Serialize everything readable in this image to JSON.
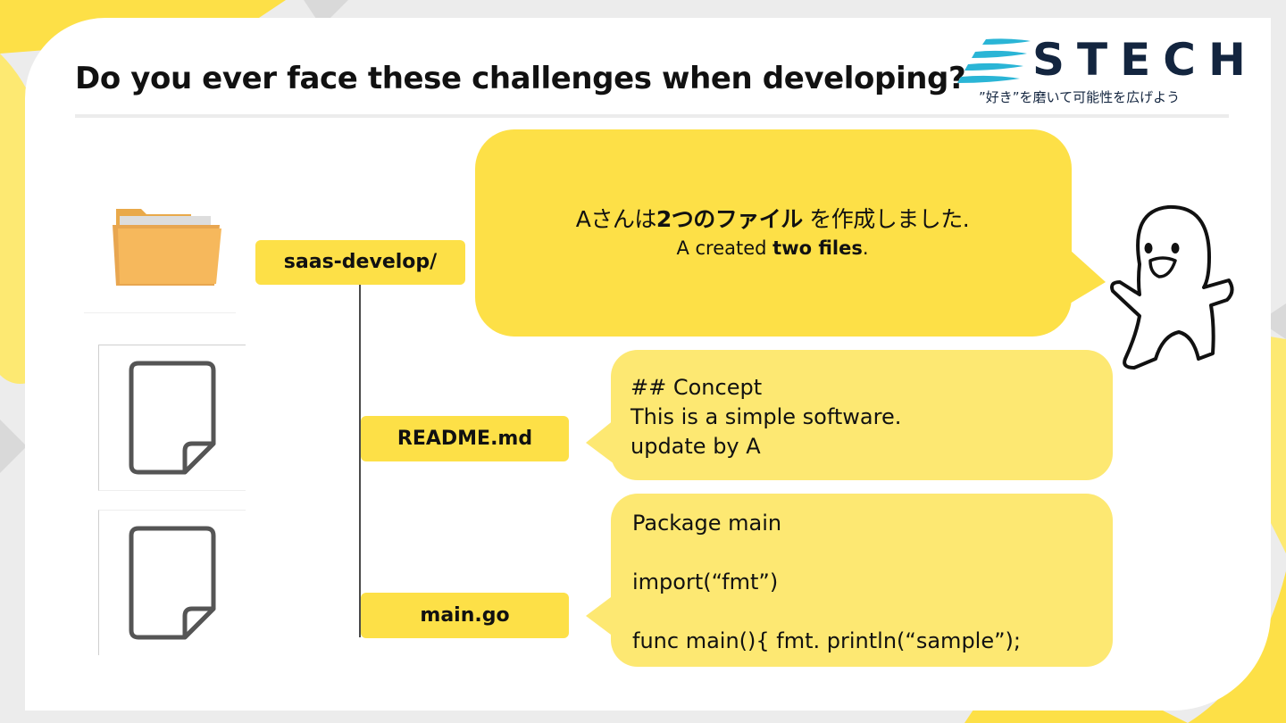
{
  "header": {
    "title": "Do you ever face these challenges when developing?",
    "logo": {
      "name": "STECH",
      "tagline": "”好き”を磨いて可能性を広げよう"
    }
  },
  "colors": {
    "accent": "#fde047",
    "bubble_light": "#fde872",
    "logo_navy": "#13253f",
    "logo_cyan": "#2ab5d6"
  },
  "speech": {
    "jp_prefix": "Aさんは",
    "jp_bold": "2つのファイル",
    "jp_suffix": " を作成しました.",
    "en_prefix": "A created ",
    "en_bold": "two files",
    "en_suffix": "."
  },
  "tree": {
    "folder": {
      "label": "saas-develop/",
      "icon": "folder-icon"
    },
    "files": [
      {
        "label": "README.md",
        "icon": "file-icon"
      },
      {
        "label": "main.go",
        "icon": "file-icon"
      }
    ]
  },
  "readme_content": [
    "## Concept",
    "This is a simple software.",
    "update by A"
  ],
  "main_go_content": [
    "Package main",
    "",
    "import(“fmt”)",
    "",
    "func main(){ fmt. println(“sample”);"
  ],
  "mascot": {
    "icon": "smiling-character-icon"
  }
}
